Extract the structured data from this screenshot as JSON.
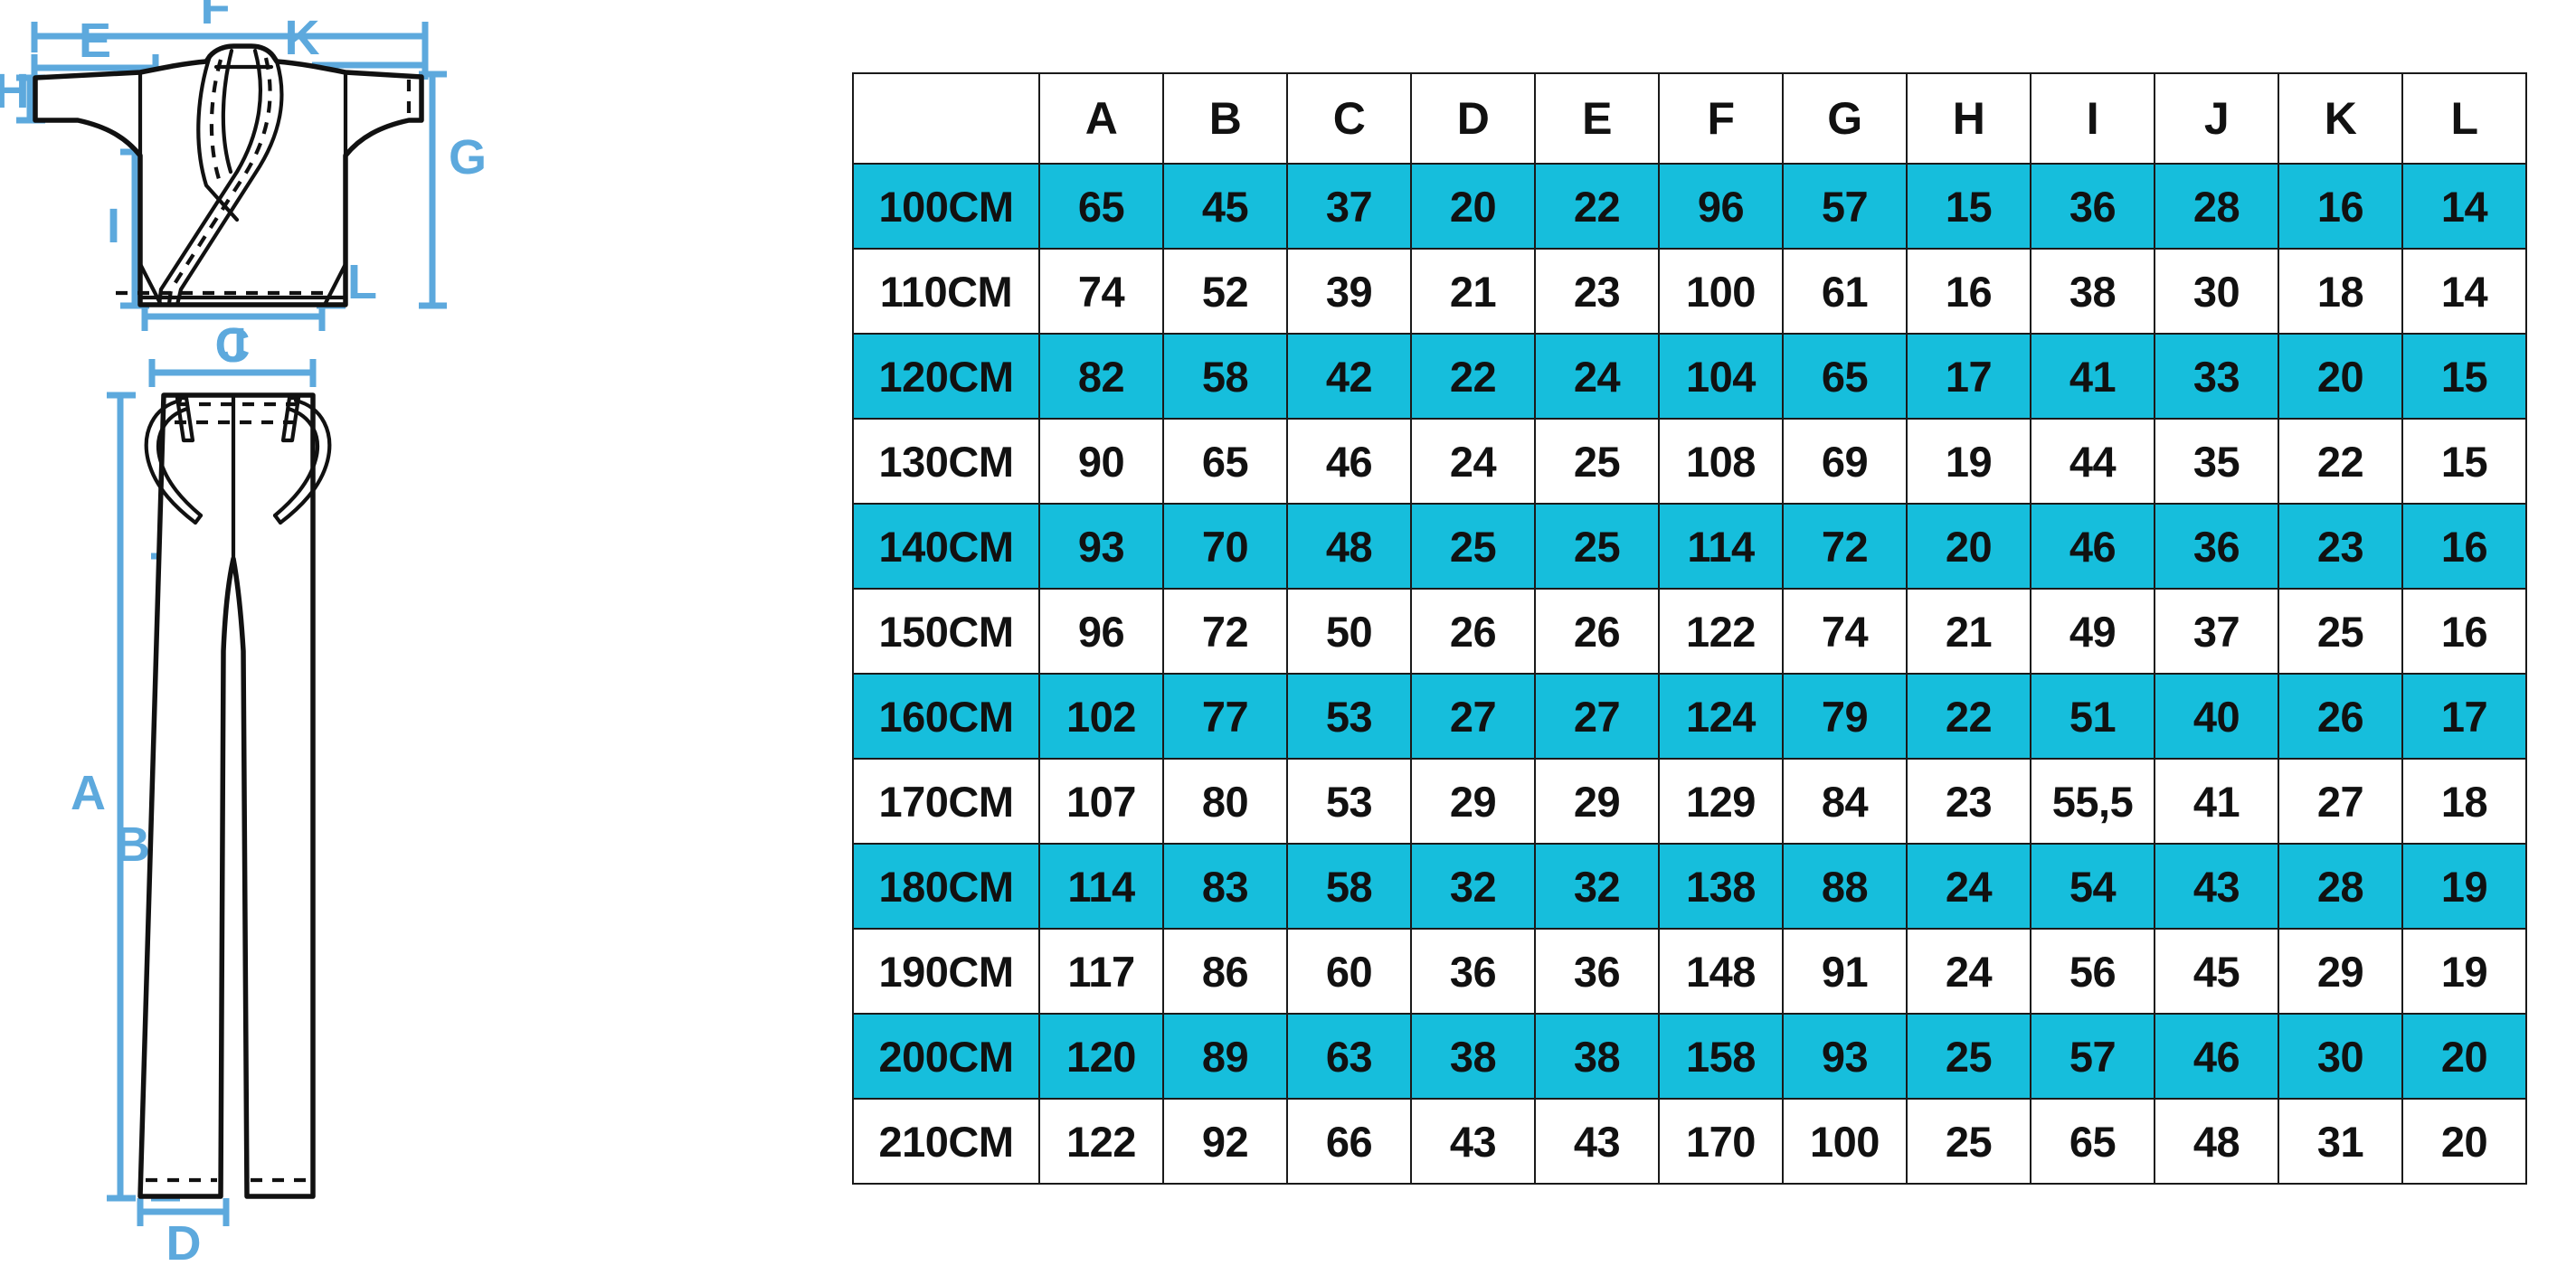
{
  "diagram": {
    "jacket": {
      "name": "martial-arts-jacket-technical-drawing",
      "labels": {
        "F": "F",
        "E": "E",
        "K": "K",
        "H": "H",
        "G": "G",
        "I": "I",
        "J": "J",
        "L": "L"
      }
    },
    "pants": {
      "name": "martial-arts-pants-technical-drawing",
      "labels": {
        "C": "C",
        "A": "A",
        "B": "B",
        "D": "D"
      }
    },
    "colors": {
      "dimension_line": "#5da9dd",
      "outline": "#111111"
    }
  },
  "table": {
    "colors": {
      "highlight_row": "#16bedc",
      "plain_row": "#ffffff",
      "border": "#1a1a1a",
      "text": "#111111"
    },
    "columns": [
      "",
      "A",
      "B",
      "C",
      "D",
      "E",
      "F",
      "G",
      "H",
      "I",
      "J",
      "K",
      "L"
    ],
    "rows": [
      {
        "size": "100CM",
        "highlight": true,
        "values": [
          "65",
          "45",
          "37",
          "20",
          "22",
          "96",
          "57",
          "15",
          "36",
          "28",
          "16",
          "14"
        ]
      },
      {
        "size": "110CM",
        "highlight": false,
        "values": [
          "74",
          "52",
          "39",
          "21",
          "23",
          "100",
          "61",
          "16",
          "38",
          "30",
          "18",
          "14"
        ]
      },
      {
        "size": "120CM",
        "highlight": true,
        "values": [
          "82",
          "58",
          "42",
          "22",
          "24",
          "104",
          "65",
          "17",
          "41",
          "33",
          "20",
          "15"
        ]
      },
      {
        "size": "130CM",
        "highlight": false,
        "values": [
          "90",
          "65",
          "46",
          "24",
          "25",
          "108",
          "69",
          "19",
          "44",
          "35",
          "22",
          "15"
        ]
      },
      {
        "size": "140CM",
        "highlight": true,
        "values": [
          "93",
          "70",
          "48",
          "25",
          "25",
          "114",
          "72",
          "20",
          "46",
          "36",
          "23",
          "16"
        ]
      },
      {
        "size": "150CM",
        "highlight": false,
        "values": [
          "96",
          "72",
          "50",
          "26",
          "26",
          "122",
          "74",
          "21",
          "49",
          "37",
          "25",
          "16"
        ]
      },
      {
        "size": "160CM",
        "highlight": true,
        "values": [
          "102",
          "77",
          "53",
          "27",
          "27",
          "124",
          "79",
          "22",
          "51",
          "40",
          "26",
          "17"
        ]
      },
      {
        "size": "170CM",
        "highlight": false,
        "values": [
          "107",
          "80",
          "53",
          "29",
          "29",
          "129",
          "84",
          "23",
          "55,5",
          "41",
          "27",
          "18"
        ]
      },
      {
        "size": "180CM",
        "highlight": true,
        "values": [
          "114",
          "83",
          "58",
          "32",
          "32",
          "138",
          "88",
          "24",
          "54",
          "43",
          "28",
          "19"
        ]
      },
      {
        "size": "190CM",
        "highlight": false,
        "values": [
          "117",
          "86",
          "60",
          "36",
          "36",
          "148",
          "91",
          "24",
          "56",
          "45",
          "29",
          "19"
        ]
      },
      {
        "size": "200CM",
        "highlight": true,
        "values": [
          "120",
          "89",
          "63",
          "38",
          "38",
          "158",
          "93",
          "25",
          "57",
          "46",
          "30",
          "20"
        ]
      },
      {
        "size": "210CM",
        "highlight": false,
        "values": [
          "122",
          "92",
          "66",
          "43",
          "43",
          "170",
          "100",
          "25",
          "65",
          "48",
          "31",
          "20"
        ]
      }
    ]
  }
}
